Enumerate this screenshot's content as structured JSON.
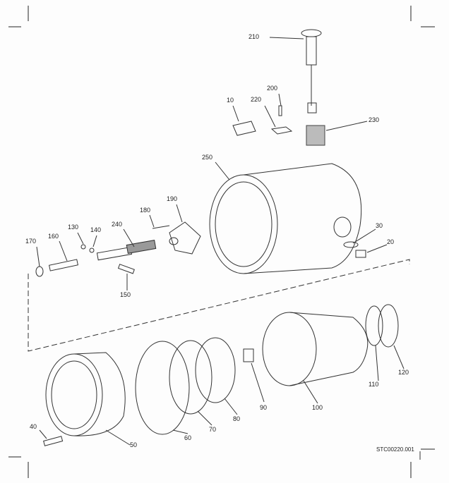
{
  "diagram": {
    "part_labels": [
      "10",
      "20",
      "30",
      "40",
      "50",
      "60",
      "70",
      "80",
      "90",
      "100",
      "110",
      "120",
      "130",
      "140",
      "150",
      "160",
      "170",
      "180",
      "190",
      "200",
      "210",
      "220",
      "230",
      "240",
      "250"
    ],
    "drawing_code": "STC00220.001"
  }
}
